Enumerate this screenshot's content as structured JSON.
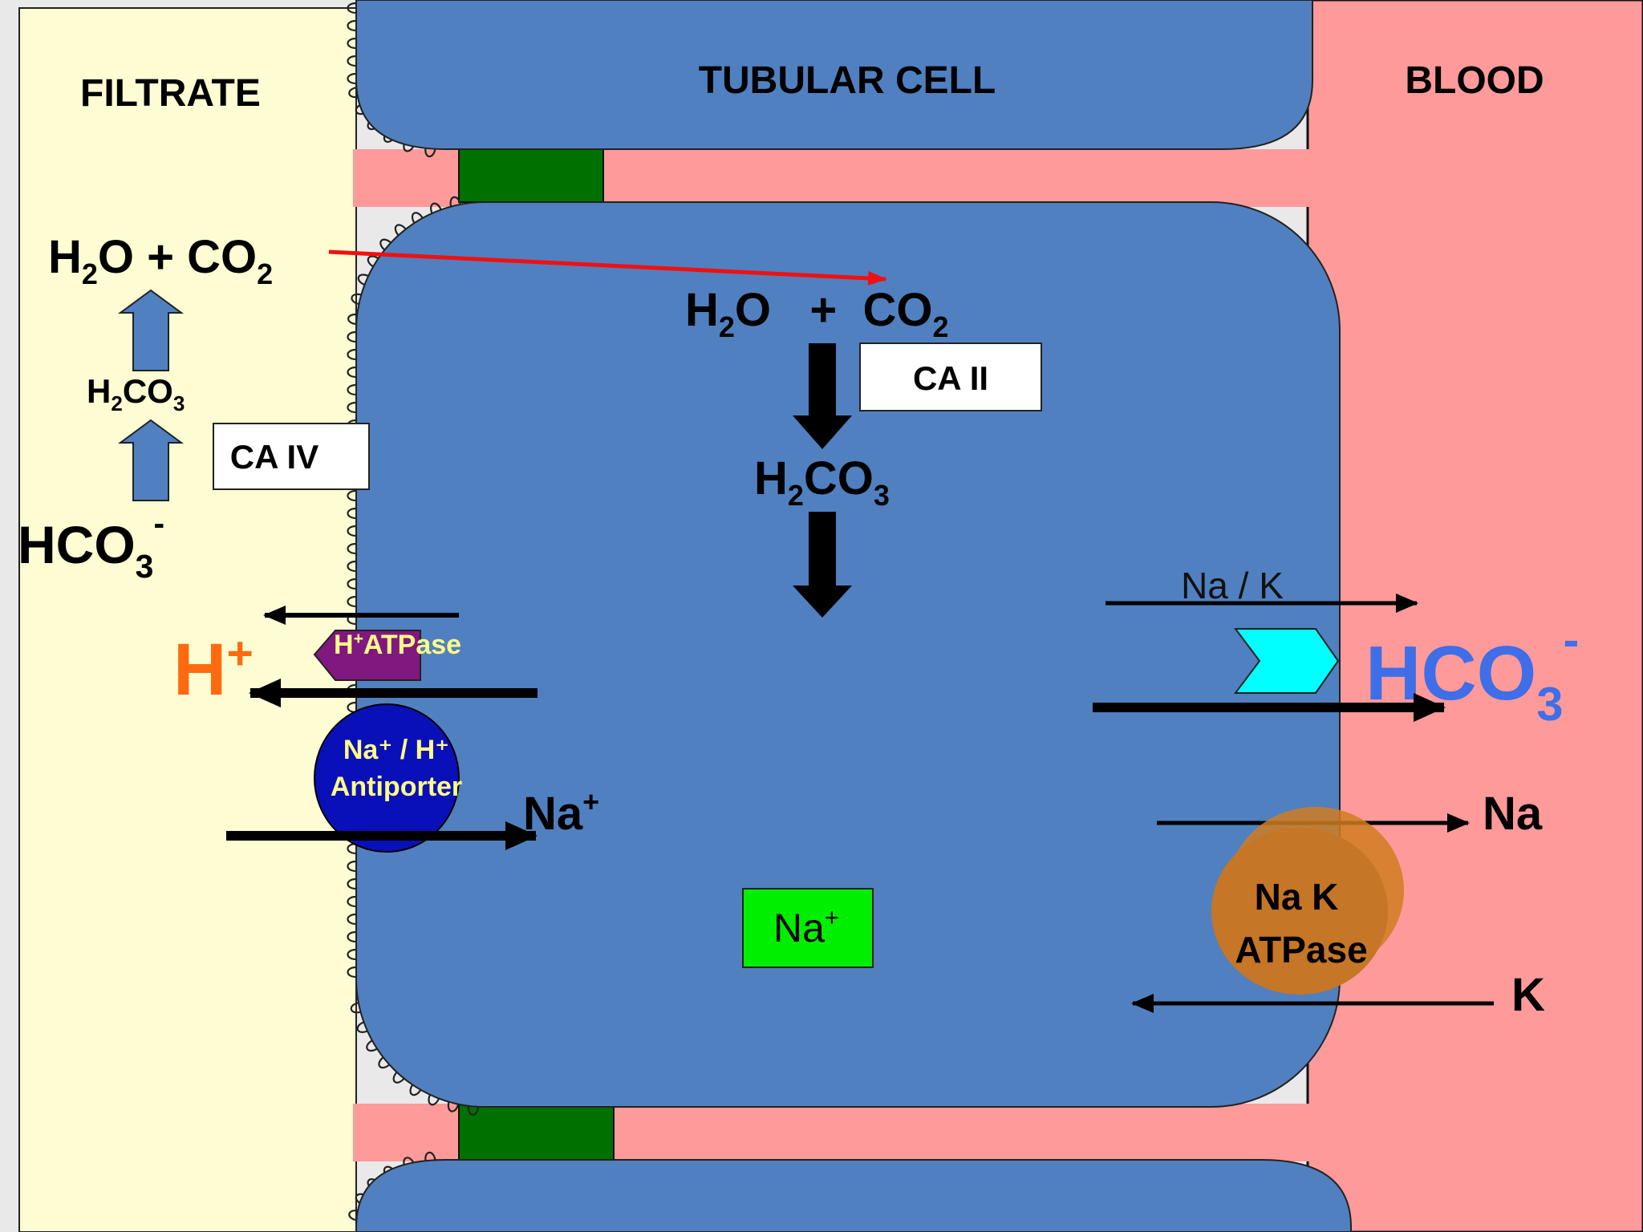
{
  "regions": {
    "filtrate": "FILTRATE",
    "tubular_cell": "TUBULAR CELL",
    "blood": "BLOOD"
  },
  "filtrate_side": {
    "h2o": "H",
    "h2o_sub": "2",
    "h2o_tail": "O + CO",
    "co2_sub": "2",
    "h2co3_a": "H",
    "h2co3_sub1": "2",
    "h2co3_b": "CO",
    "h2co3_sub2": "3",
    "hco3": "HCO",
    "hco3_sub": "3",
    "hco3_sup": "-",
    "enzyme": "CA IV"
  },
  "cell_interior": {
    "h2o": "H",
    "h2o_sub": "2",
    "h2o_tail": "O   +  CO",
    "co2_sub": "2",
    "enzyme": "CA II",
    "h2co3_a": "H",
    "h2co3_sub1": "2",
    "h2co3_b": "CO",
    "h2co3_sub2": "3",
    "na_box": "Na",
    "na_box_sup": "+"
  },
  "apical_transport": {
    "h_ion": "H",
    "h_ion_sup": "+",
    "atpase_a": "H",
    "atpase_sup": "+",
    "atpase_b": "ATPase",
    "antiporter_line1": "Na⁺ / H⁺",
    "antiporter_line2": "Antiporter",
    "na_ion": "Na",
    "na_ion_sup": "+"
  },
  "basolateral_transport": {
    "na_k_label": "Na / K",
    "hco3": "HCO",
    "hco3_sub": "3",
    "hco3_sup": "-",
    "na": "Na",
    "pump_line1": "Na K",
    "pump_line2": "ATPase",
    "k": "K"
  },
  "colors": {
    "filtrate": "#fdfcd3",
    "cell": "#5080c0",
    "blood": "#fe9a9a",
    "tight_junction": "#007000",
    "co2_arrow": "#ee1111",
    "h_ion": "#ff6a10",
    "hco3_blood": "#3f6ee8",
    "atpase": "#801880",
    "antiporter": "#0a10b8",
    "exchanger": "#00ffff",
    "na_box": "#00ee00",
    "na_k_pump": "#d07c20",
    "transporter_text": "#ffff88"
  }
}
